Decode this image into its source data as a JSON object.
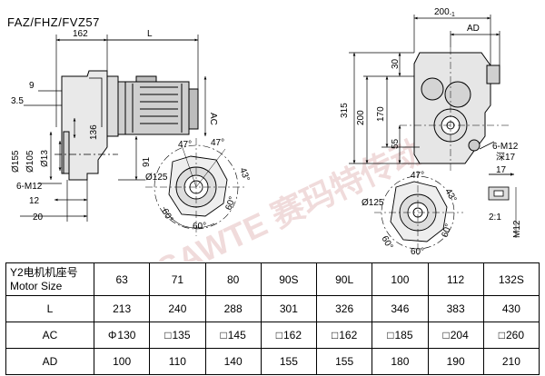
{
  "title": "FAZ/FHZ/FVZ57",
  "dims_side": {
    "d162": "162",
    "L": "L",
    "AC": "AC",
    "d9": "9",
    "d35": "3.5",
    "d155": "Ø155",
    "d105": "Ø105",
    "d13": "Ø13",
    "d136": "136",
    "d91": "91",
    "d6m12": "6-M12",
    "d12": "12",
    "d20": "20"
  },
  "dims_flange_left": {
    "a47a": "47°",
    "a47b": "47°",
    "a43": "43°",
    "d125": "Ø125",
    "a60a": "60°",
    "a60b": "60°",
    "a60c": "60°"
  },
  "dims_front": {
    "d200_1": "200",
    "d200_sub": "-1",
    "AD": "AD",
    "d315": "315",
    "d200": "200",
    "d30": "30",
    "d170": "170",
    "d55": "55",
    "d6m12": "6-M12",
    "deep": "深17"
  },
  "dims_flange_right": {
    "a47": "47°",
    "a43": "43°",
    "d125": "Ø125",
    "a60a": "60°",
    "a60b": "60°",
    "a60c": "60°"
  },
  "detail": {
    "d17": "17",
    "ratio": "2:1",
    "m12": "M12"
  },
  "watermark": "SAWTE 赛玛特传动",
  "table": {
    "header_line1": "Y2电机机座号",
    "header_line2": "Motor Size",
    "sizes": [
      "63",
      "71",
      "80",
      "90S",
      "90L",
      "100",
      "112",
      "132S"
    ],
    "rows": [
      {
        "label": "L",
        "cells": [
          {
            "v": "213"
          },
          {
            "v": "240"
          },
          {
            "v": "288"
          },
          {
            "v": "301"
          },
          {
            "v": "326"
          },
          {
            "v": "346"
          },
          {
            "v": "383"
          },
          {
            "v": "430"
          }
        ]
      },
      {
        "label": "AC",
        "cells": [
          {
            "sym": "Φ",
            "v": "130"
          },
          {
            "sym": "□",
            "v": "135"
          },
          {
            "sym": "□",
            "v": "145"
          },
          {
            "sym": "□",
            "v": "162"
          },
          {
            "sym": "□",
            "v": "162"
          },
          {
            "sym": "□",
            "v": "185"
          },
          {
            "sym": "□",
            "v": "204"
          },
          {
            "sym": "□",
            "v": "260"
          }
        ]
      },
      {
        "label": "AD",
        "cells": [
          {
            "v": "100"
          },
          {
            "v": "110"
          },
          {
            "v": "140"
          },
          {
            "v": "155"
          },
          {
            "v": "155"
          },
          {
            "v": "180"
          },
          {
            "v": "190"
          },
          {
            "v": "210"
          }
        ]
      }
    ]
  }
}
